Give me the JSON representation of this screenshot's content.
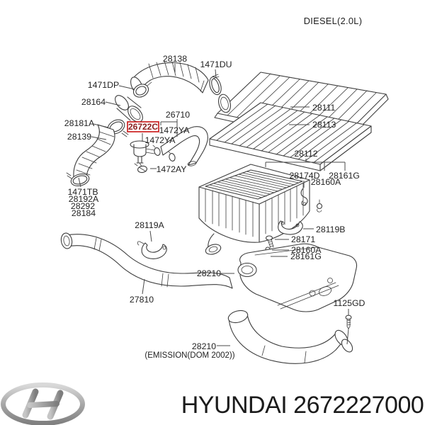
{
  "header": {
    "variant": "DIESEL(2.0L)"
  },
  "highlight": {
    "part_number": "26722C",
    "box_color": "#cc2222",
    "text_color": "#8a1f1f"
  },
  "labels": {
    "p28138": "28138",
    "p1471DU": "1471DU",
    "p1471DP": "1471DP",
    "p28164": "28164",
    "p28181A": "28181A",
    "p26710": "26710",
    "p1472YA_a": "1472YA",
    "p1472YA_b": "1472YA",
    "p28139": "28139",
    "p1472AY": "1472AY",
    "p1471TB": "1471TB",
    "p28192A": "28192A",
    "p28292": "28292",
    "p28184": "28184",
    "p28119A": "28119A",
    "p28111": "28111",
    "p28113": "28113",
    "p28112": "28112",
    "p28174D": "28174D",
    "p28161G_a": "28161G",
    "p28160A_a": "28160A",
    "p28119B": "28119B",
    "p28171": "28171",
    "p28160A_b": "28160A",
    "p28161G_b": "28161G",
    "p28210_a": "28210",
    "p1125GD": "1125GD",
    "p27810": "27810",
    "p28210_b": "28210",
    "p28210_b_note": "(EMISSION(DOM 2002))"
  },
  "footer": {
    "logo_icon": "hyundai-logo",
    "text": "HYUNDAI 2672227000"
  },
  "colors": {
    "line": "#3d3d3d",
    "label": "#1f1f1f",
    "highlight_border": "#cc2222",
    "logo_gray": "#9a9a9a"
  }
}
